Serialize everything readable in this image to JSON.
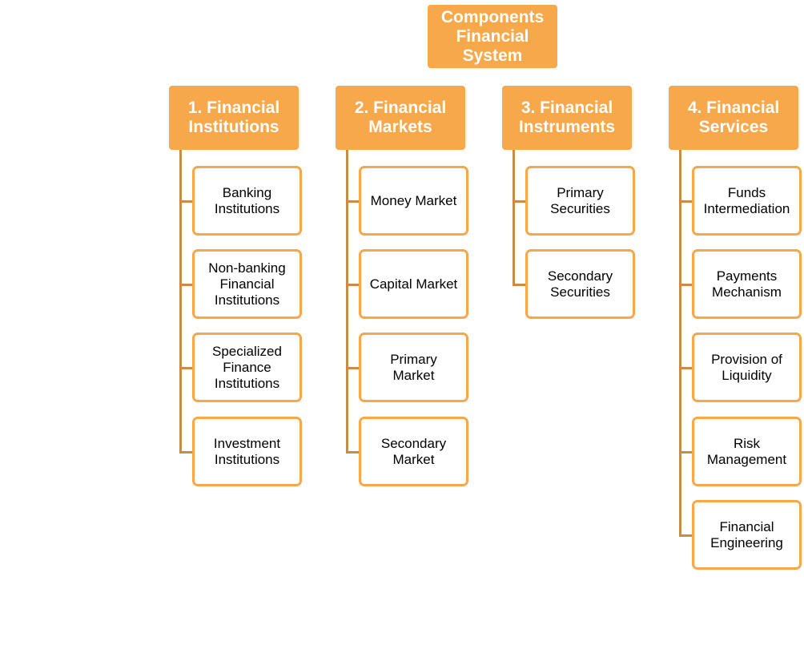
{
  "root": {
    "label": "Components\nFinancial\nSystem"
  },
  "columns": [
    {
      "label": "1. Financial\nInstitutions",
      "children": [
        "Banking\nInstitutions",
        "Non-banking\nFinancial\nInstitutions",
        "Specialized\nFinance\nInstitutions",
        "Investment\nInstitutions"
      ]
    },
    {
      "label": "2. Financial\nMarkets",
      "children": [
        "Money Market",
        "Capital Market",
        "Primary\nMarket",
        "Secondary\nMarket"
      ]
    },
    {
      "label": "3. Financial\nInstruments",
      "children": [
        "Primary\nSecurities",
        "Secondary\nSecurities"
      ]
    },
    {
      "label": "4. Financial\nServices",
      "children": [
        "Funds\nIntermediation",
        "Payments\nMechanism",
        "Provision of\nLiquidity",
        "Risk\nManagement",
        "Financial\nEngineering"
      ]
    }
  ],
  "colors": {
    "header_fill": "#F7A84A",
    "child_border": "#F7A84A",
    "connector": "#C98B45"
  }
}
